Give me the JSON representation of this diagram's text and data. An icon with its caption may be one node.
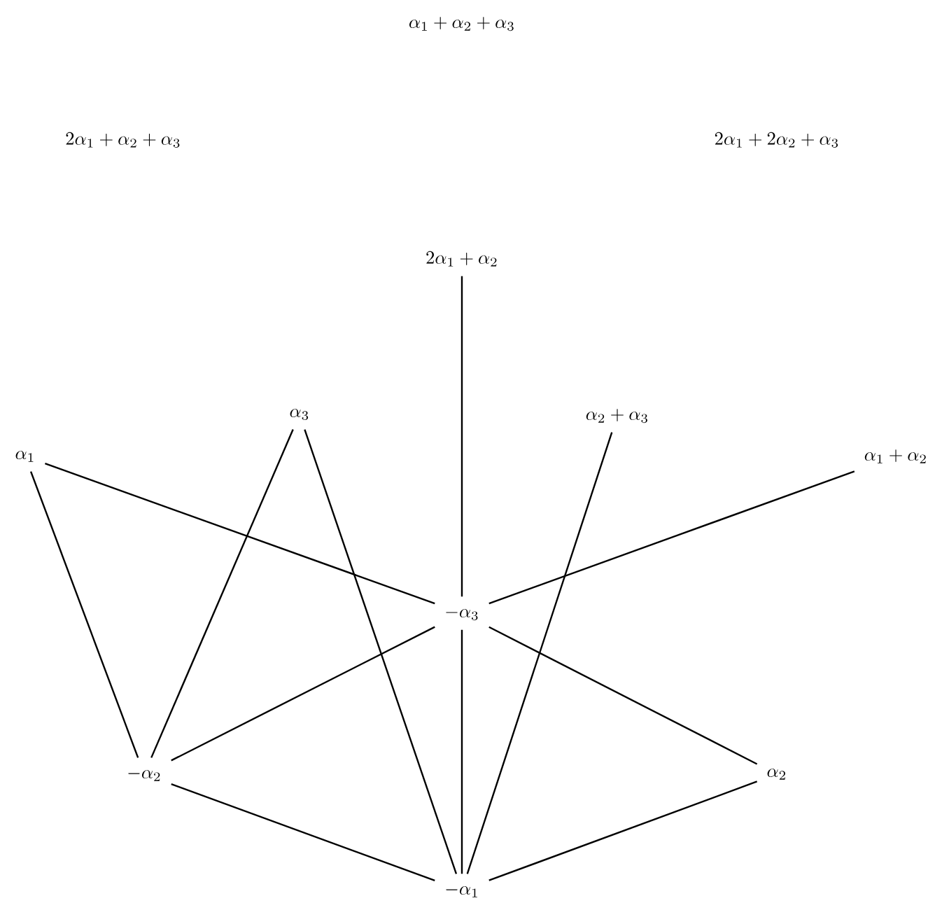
{
  "diagram": {
    "nodes": [
      {
        "text": [
          "\\alpha_1 + \\alpha_2 + \\alpha_3"
        ]
      },
      {
        "text": [
          "2\\alpha_1 + \\alpha_2 + \\alpha_3"
        ]
      },
      {
        "text": [
          "2\\alpha_1 + 2\\alpha_2 + \\alpha_3"
        ]
      },
      {
        "text": [
          "2\\alpha_1 + \\alpha_2"
        ]
      },
      {
        "text": [
          "\\alpha_3"
        ]
      },
      {
        "text": [
          "\\alpha_2 + \\alpha_3"
        ]
      },
      {
        "text": [
          "\\alpha_1"
        ]
      },
      {
        "text": [
          "\\alpha_1 + \\alpha_2"
        ]
      },
      {
        "text": [
          "-\\alpha_3"
        ]
      },
      {
        "text": [
          "-\\alpha_2"
        ]
      },
      {
        "text": [
          "\\alpha_2"
        ]
      },
      {
        "text": [
          "-\\alpha_1"
        ]
      }
    ],
    "edges": [
      {
        "from": 6,
        "to": 8,
        "arrow": "none"
      },
      {
        "from": 6,
        "to": 9,
        "arrow": "none"
      },
      {
        "from": 4,
        "to": 9,
        "arrow": "none"
      },
      {
        "from": 4,
        "to": 11,
        "arrow": "none"
      },
      {
        "from": 3,
        "to": 8,
        "arrow": "none"
      },
      {
        "from": 8,
        "to": 11,
        "arrow": "none"
      },
      {
        "from": 5,
        "to": 11,
        "arrow": "none"
      },
      {
        "from": 7,
        "to": 8,
        "arrow": "none"
      },
      {
        "from": 8,
        "to": 9,
        "arrow": "none"
      },
      {
        "from": 8,
        "to": 10,
        "arrow": "none"
      },
      {
        "from": 9,
        "to": 11,
        "arrow": "none"
      },
      {
        "from": 10,
        "to": 11,
        "arrow": "none"
      }
    ]
  }
}
